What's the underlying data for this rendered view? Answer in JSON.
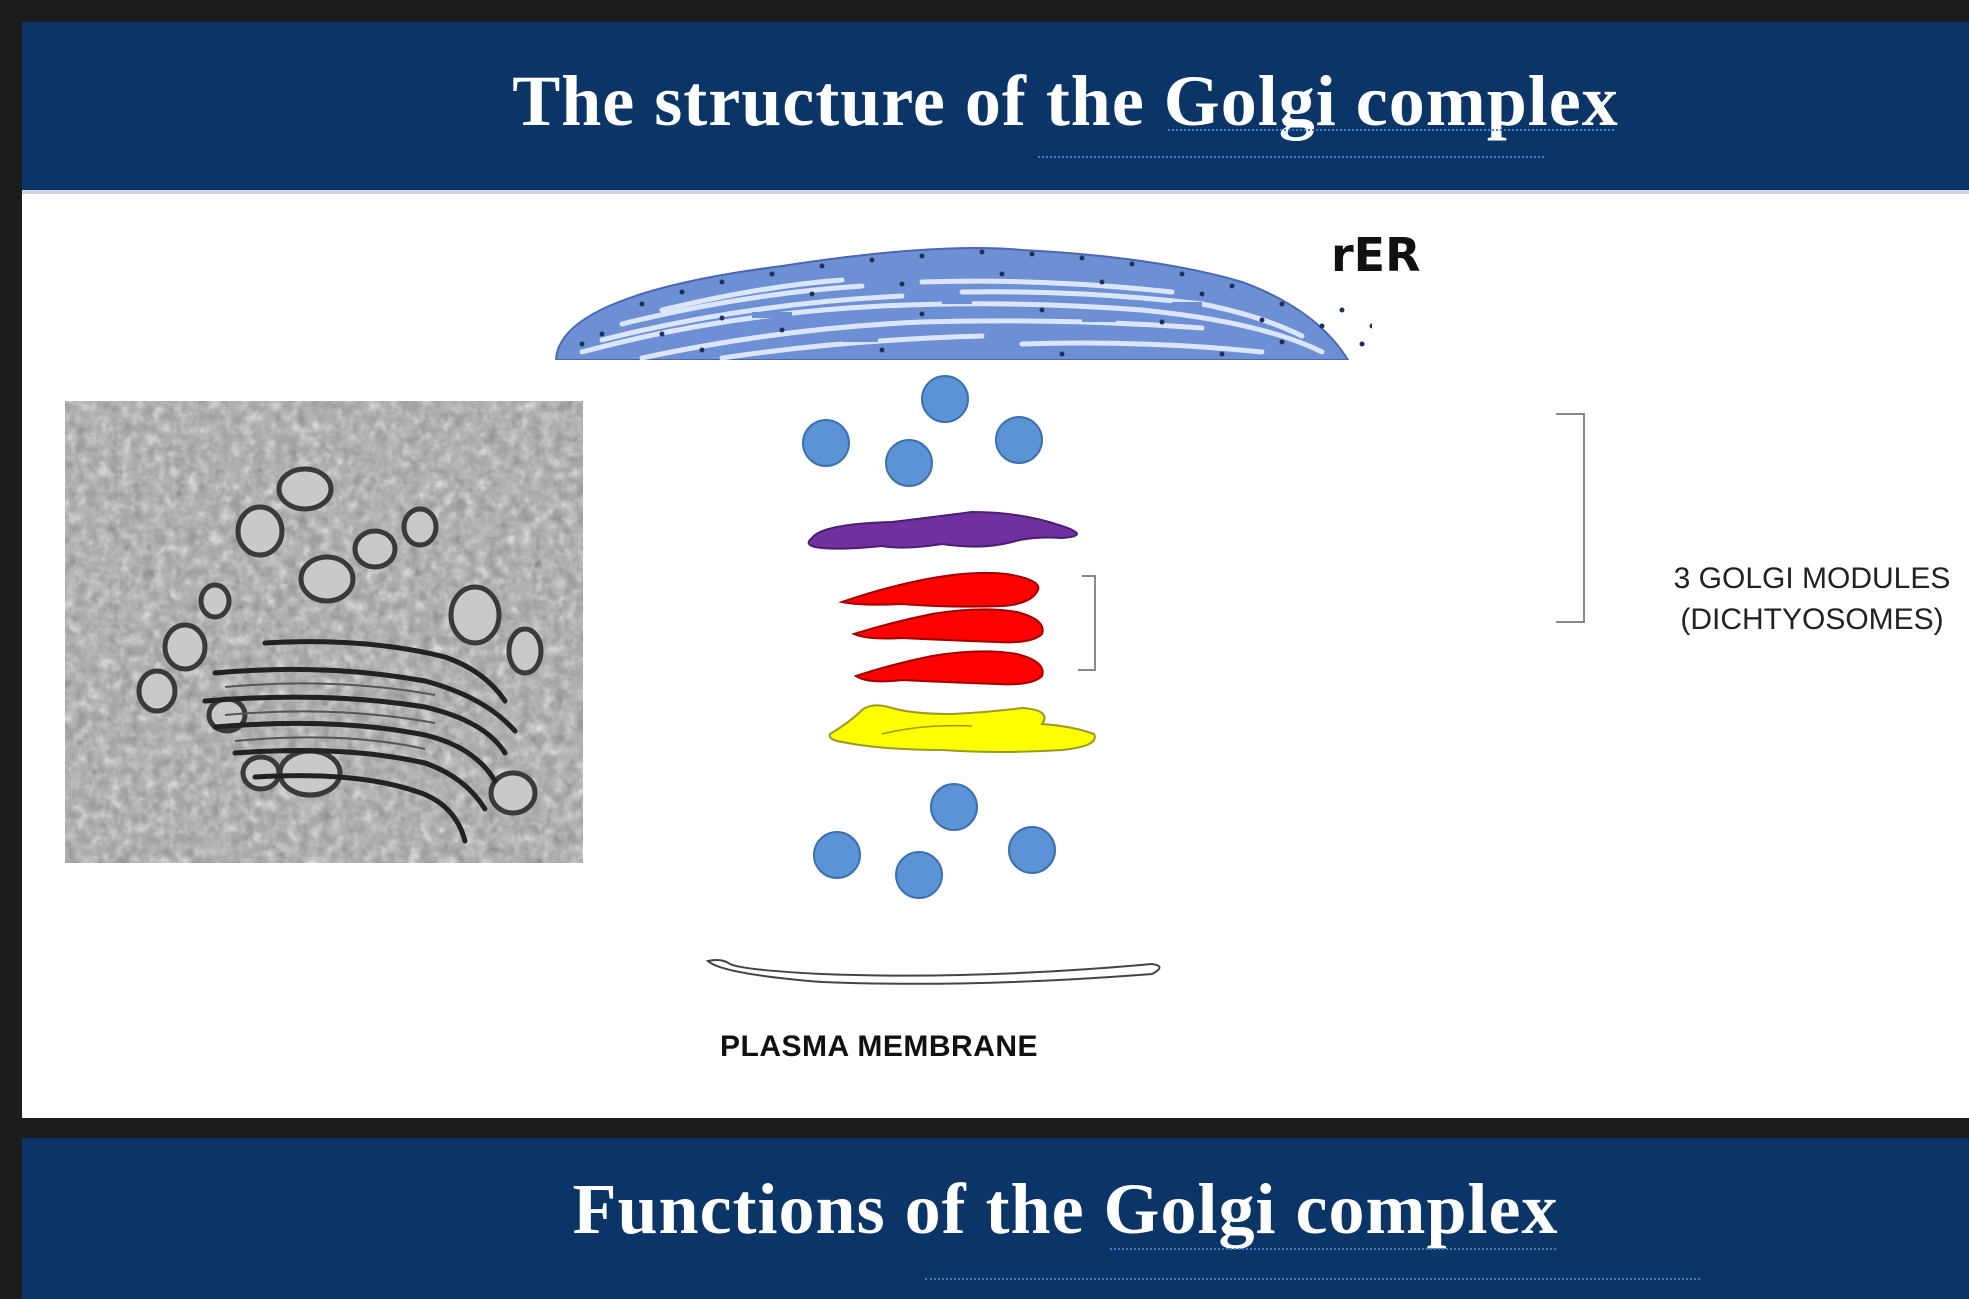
{
  "header": {
    "title": "The structure of the Golgi complex"
  },
  "diagram": {
    "rer_label": "rER",
    "modules_line1": "3 GOLGI MODULES",
    "modules_line2": "(DICHTYOSOMES)",
    "plasma_membrane_label": "PLASMA MEMBRANE",
    "colors": {
      "rer": "#6d8fd3",
      "vesicle": "#5b93d6",
      "cis_cisterna": "#7030a0",
      "medial_cisternae": "#ff0000",
      "trans_cisterna": "#ffff00",
      "banner": "#0a3566"
    }
  },
  "footer": {
    "title": "Functions of the Golgi complex"
  }
}
